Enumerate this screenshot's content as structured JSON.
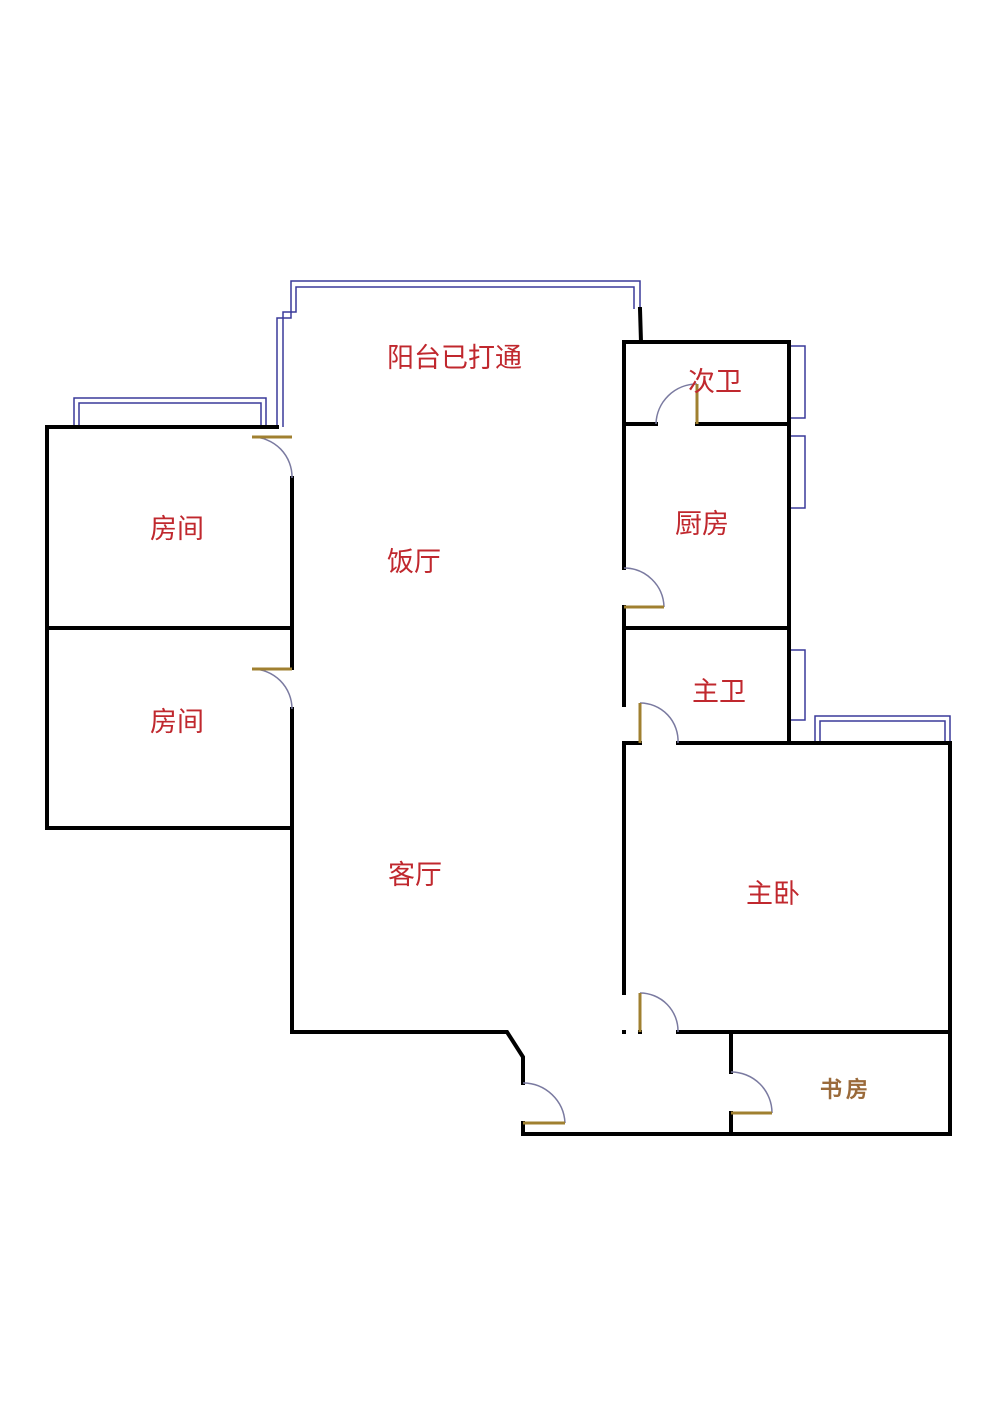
{
  "rooms": {
    "balcony": "阳台已打通",
    "bath2": "次卫",
    "bedroom_upper": "房间",
    "dining": "饭厅",
    "kitchen": "厨房",
    "bedroom_lower": "房间",
    "master_bath": "主卫",
    "living": "客厅",
    "master_bedroom": "主卧",
    "study": "书房"
  },
  "colors": {
    "wall": "#000000",
    "label": "#c0282e",
    "study_label": "#9a6a3a",
    "window": "#3a3a9a",
    "door": "#7a7aa0",
    "door_jamb": "#a08030"
  }
}
